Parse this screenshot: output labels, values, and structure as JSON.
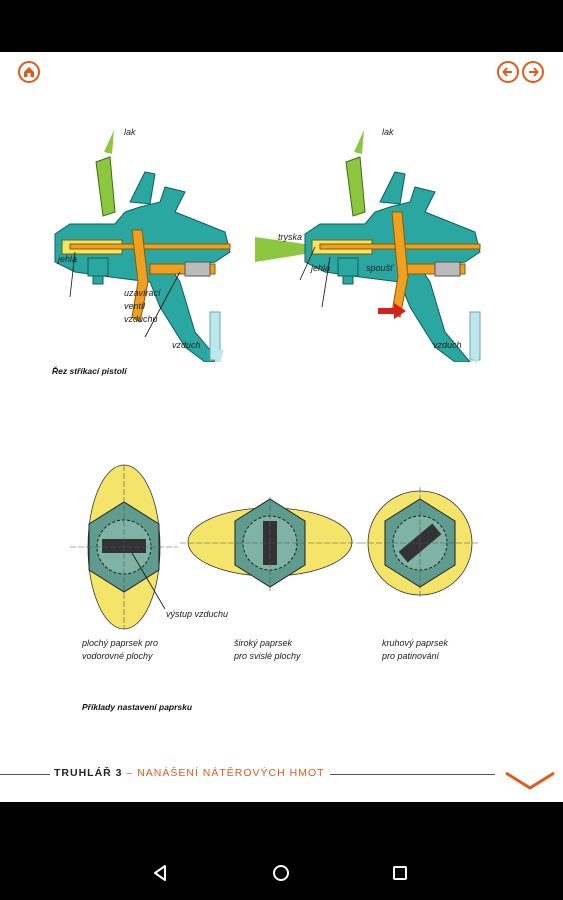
{
  "header": {
    "home_icon": "home-icon",
    "back_icon": "arrow-left-icon",
    "forward_icon": "arrow-right-icon"
  },
  "figure1": {
    "labels": {
      "lak_left": "lak",
      "jehla_left": "jehla",
      "uzavir1": "uzavírací",
      "uzavir2": "ventil",
      "uzavir3": "vzduchu",
      "vzduch_left": "vzduch",
      "lak_right": "lak",
      "tryska": "tryska",
      "jehla_right": "jehla",
      "spoust": "spoušť",
      "vzduch_right": "vzduch"
    },
    "caption": "Řez stříkací pistolí"
  },
  "figure2": {
    "labels": {
      "vystup": "výstup vzduchu",
      "plochy1": "plochý paprsek pro",
      "plochy2": "vodorovné plochy",
      "siroky1": "široký paprsek",
      "siroky2": "pro svislé plochy",
      "kruhovy1": "kruhový paprsek",
      "kruhovy2": "pro patinování"
    },
    "caption": "Příklady nastavení paprsku"
  },
  "footer": {
    "title": "TRUHLÁŘ 3",
    "subtitle": "– NANÁŠENÍ NÁTĚROVÝCH HMOT",
    "next_icon": "chevron-down-icon"
  },
  "android_nav": {
    "back": "back-triangle-icon",
    "home": "home-circle-icon",
    "recents": "recents-square-icon"
  },
  "colors": {
    "accent": "#e05a1a",
    "teal": "#2aa7a0",
    "yellow": "#f4e46a",
    "green": "#8dc63f",
    "orange": "#f0a020",
    "red": "#d6201f"
  }
}
